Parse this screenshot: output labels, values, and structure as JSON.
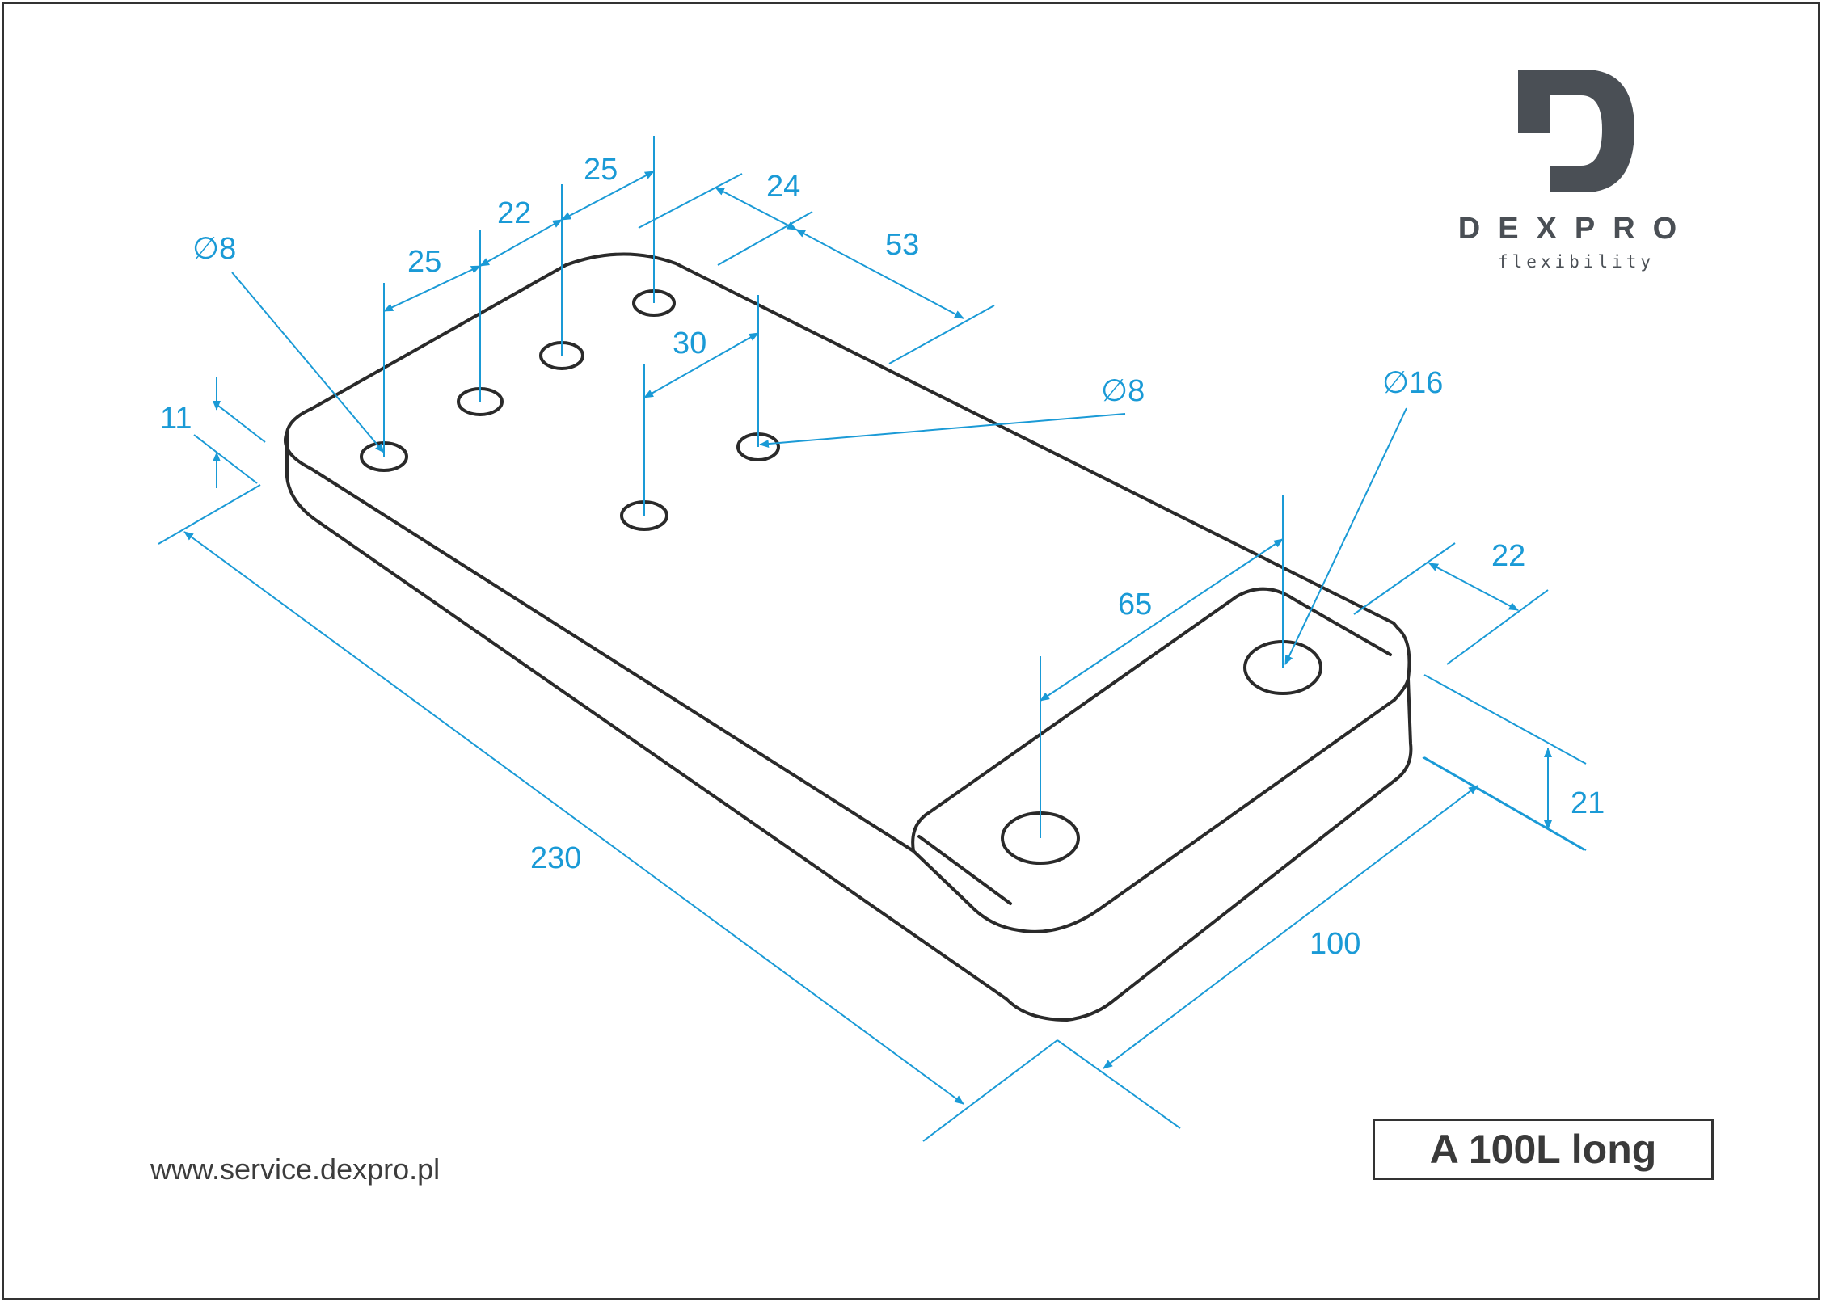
{
  "brand": {
    "name": "DEXPRO",
    "tagline": "flexibility",
    "color": "#4a4f55"
  },
  "website": "www.service.dexpro.pl",
  "model": "A 100L long",
  "colors": {
    "dimension": "#1a9ad6",
    "outline": "#2a2a2a"
  },
  "dimensions": {
    "hole_diameter_left": "∅8",
    "hole_diameter_mid": "∅8",
    "hole_diameter_large": "∅16",
    "spacing_1": "25",
    "spacing_2": "22",
    "spacing_3": "25",
    "hole_offset": "24",
    "hole_to_edge": "53",
    "row_spacing": "30",
    "plate_thickness": "11",
    "length": "230",
    "width": "100",
    "step_height": "21",
    "step_hole_spacing": "65",
    "step_hole_edge": "22"
  }
}
